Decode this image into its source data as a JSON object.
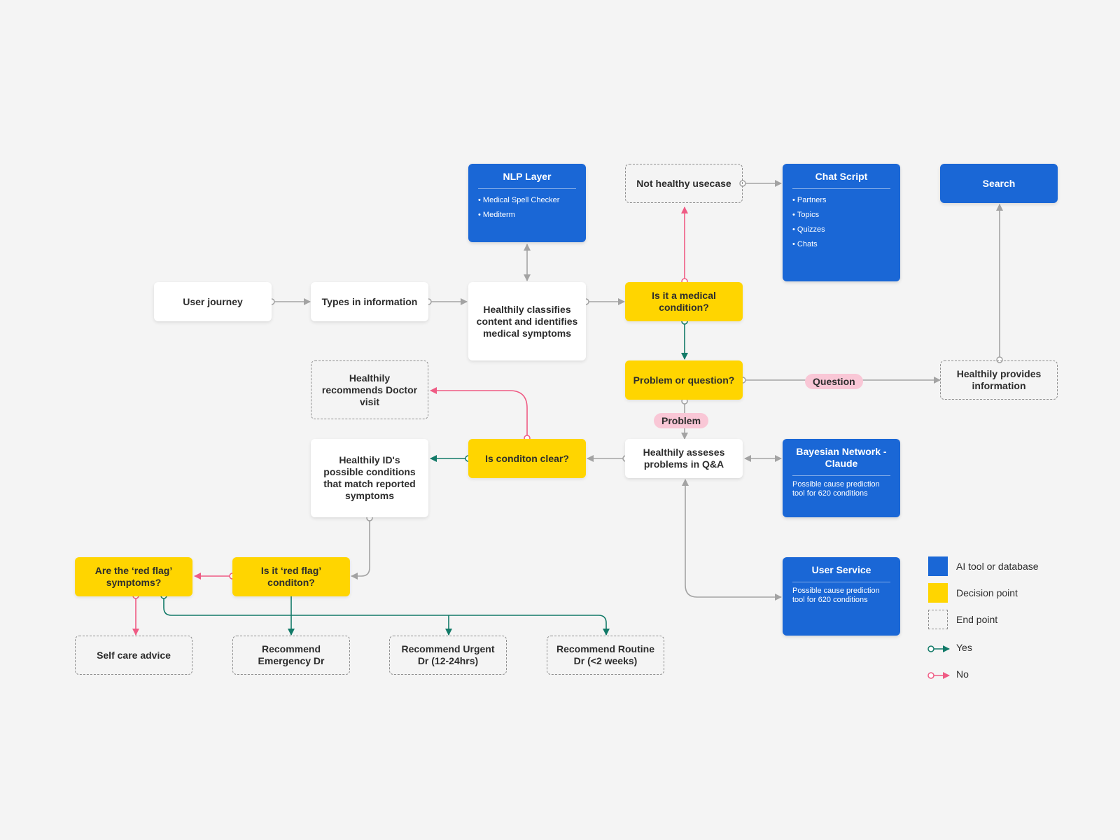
{
  "nodes": {
    "user_journey": "User journey",
    "types_info": "Types in information",
    "classifies": "Healthily classifies content and identifies medical symptoms",
    "nlp_layer": {
      "title": "NLP Layer",
      "items": [
        "Medical Spell Checker",
        "Mediterm"
      ]
    },
    "not_healthy": "Not healthy usecase",
    "chat_script": {
      "title": "Chat Script",
      "items": [
        "Partners",
        "Topics",
        "Quizzes",
        "Chats"
      ]
    },
    "search": "Search",
    "is_medical": "Is it a medical condition?",
    "problem_or_question": "Problem or question?",
    "provides_info": "Healthily provides information",
    "recommends_doctor": "Healthily recommends Doctor visit",
    "assesses": "Healthily asseses problems in Q&A",
    "bayesian": {
      "title": "Bayesian Network - Claude",
      "desc": "Possible cause prediction tool for 620 conditions"
    },
    "condition_clear": "Is conditon clear?",
    "ids_conditions": "Healthily ID's possible conditions that match reported symptoms",
    "user_service": {
      "title": "User Service",
      "desc": "Possible cause prediction tool for 620 conditions"
    },
    "red_flag_symptoms": "Are the ‘red flag’ symptoms?",
    "red_flag_condition": "Is it ‘red flag’ conditon?",
    "self_care": "Self care advice",
    "rec_emergency": "Recommend Emergency Dr",
    "rec_urgent": "Recommend Urgent Dr (12-24hrs)",
    "rec_routine": "Recommend Routine Dr (<2 weeks)"
  },
  "edge_labels": {
    "question": "Question",
    "problem": "Problem"
  },
  "legend": {
    "ai_tool": "AI tool or database",
    "decision": "Decision point",
    "end_point": "End point",
    "yes": "Yes",
    "no": "No"
  },
  "colors": {
    "blue": "#1a67d6",
    "yellow": "#ffd500",
    "yes_green": "#127a68",
    "no_pink": "#ef5b84",
    "neutral_gray": "#a3a3a3",
    "pill_pink": "#f9c7d6"
  }
}
